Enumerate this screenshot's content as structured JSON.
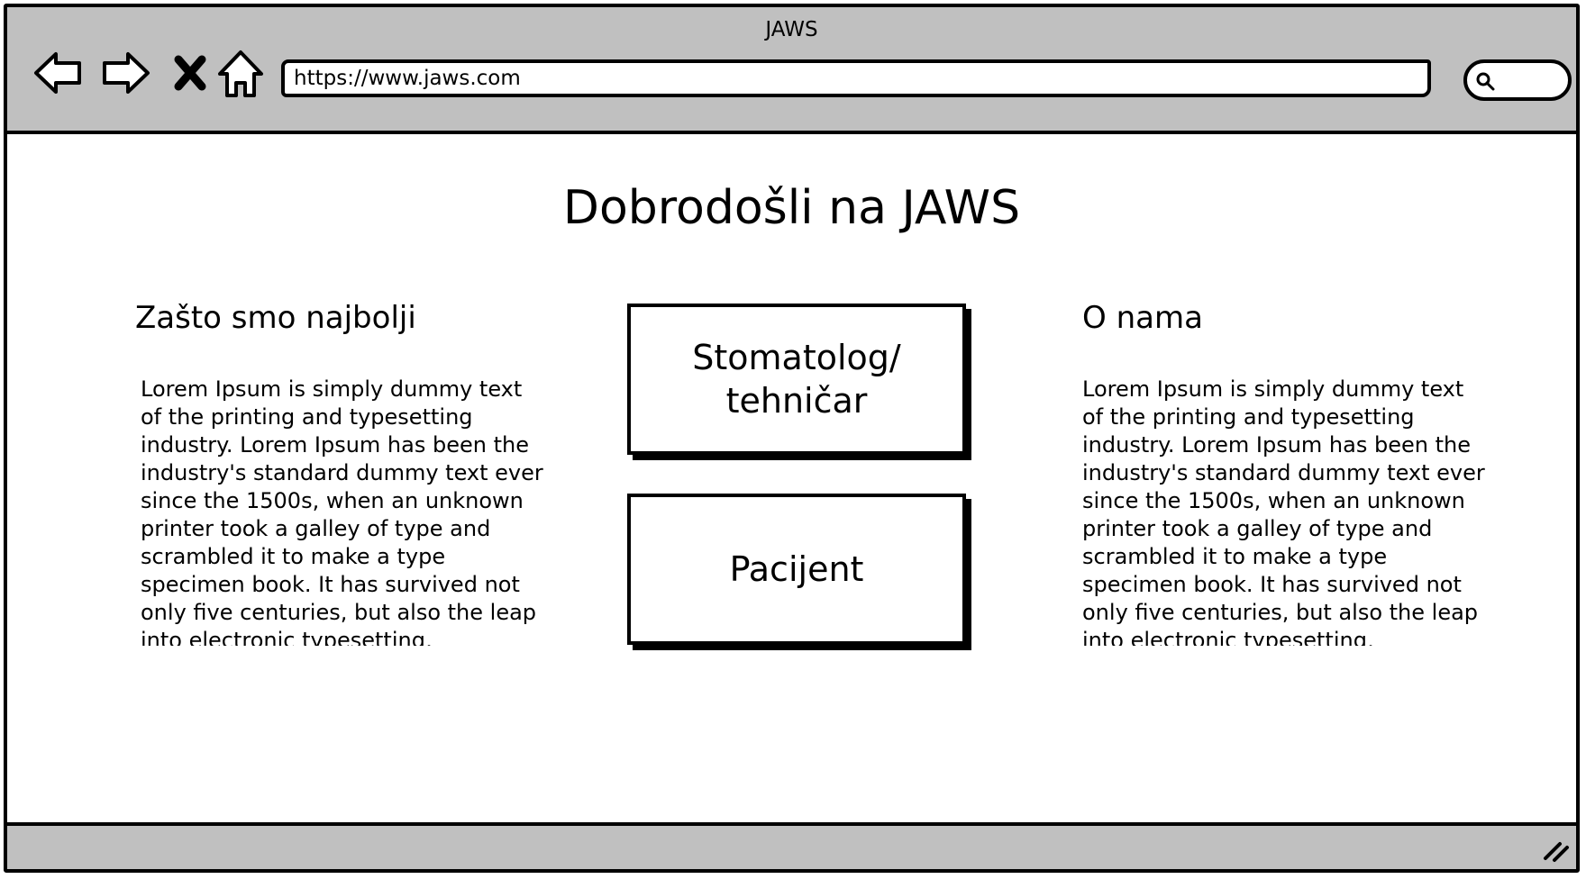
{
  "window": {
    "title": "JAWS"
  },
  "toolbar": {
    "back_icon": "back-arrow-icon",
    "forward_icon": "forward-arrow-icon",
    "stop_icon": "close-icon",
    "home_icon": "home-icon",
    "url": "https://www.jaws.com",
    "search_icon": "search-icon"
  },
  "page": {
    "title": "Dobrodošli na JAWS",
    "left_column": {
      "heading": "Zašto smo najbolji",
      "text": "Lorem Ipsum is simply dummy text of the printing and typesetting industry. Lorem Ipsum has been the industry's standard dummy text ever since the 1500s, when an unknown printer took a galley of type and scrambled it to make a type specimen book. It has survived not only five centuries, but also the leap into electronic typesetting, remaining essentially"
    },
    "right_column": {
      "heading": "O nama",
      "text": "Lorem Ipsum is simply dummy text of the printing and typesetting industry. Lorem Ipsum has been the industry's standard dummy text ever since the 1500s, when an unknown printer took a galley of type and scrambled it to make a type specimen book. It has survived not only five centuries, but also the leap into electronic typesetting, remaining essentially"
    },
    "buttons": {
      "dentist": "Stomatolog/ tehničar",
      "patient": "Pacijent"
    }
  },
  "statusbar": {
    "resize_icon": "resize-grip-icon"
  }
}
